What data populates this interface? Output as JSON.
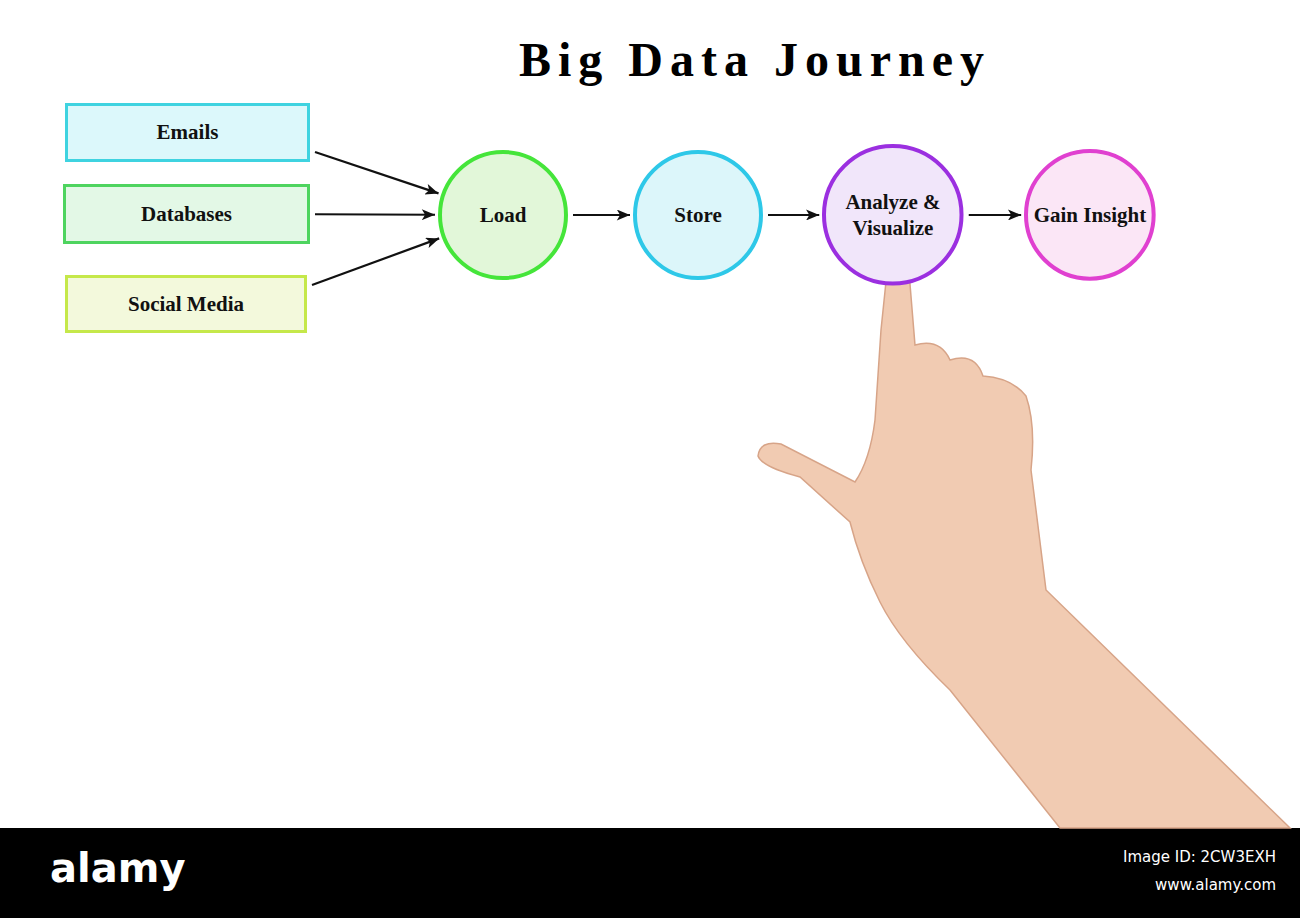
{
  "diagram": {
    "title": "Big Data Journey",
    "nodes": [
      {
        "text": [
          "Emails"
        ]
      },
      {
        "text": [
          "Databases"
        ]
      },
      {
        "text": [
          "Social Media"
        ]
      },
      {
        "text": [
          "Load"
        ]
      },
      {
        "text": [
          "Store"
        ]
      },
      {
        "text": [
          "Analyze & Visualize"
        ]
      },
      {
        "text": [
          "Gain Insight"
        ]
      }
    ],
    "edges": [
      {
        "from": 0,
        "to": 3,
        "arrow": "to"
      },
      {
        "from": 1,
        "to": 3,
        "arrow": "to"
      },
      {
        "from": 2,
        "to": 3,
        "arrow": "to"
      },
      {
        "from": 3,
        "to": 4,
        "arrow": "to"
      },
      {
        "from": 4,
        "to": 5,
        "arrow": "to"
      },
      {
        "from": 5,
        "to": 6,
        "arrow": "to"
      }
    ],
    "labels": [
      "alamy",
      "Image ID: 2CW3EXH",
      "www.alamy.com"
    ]
  }
}
